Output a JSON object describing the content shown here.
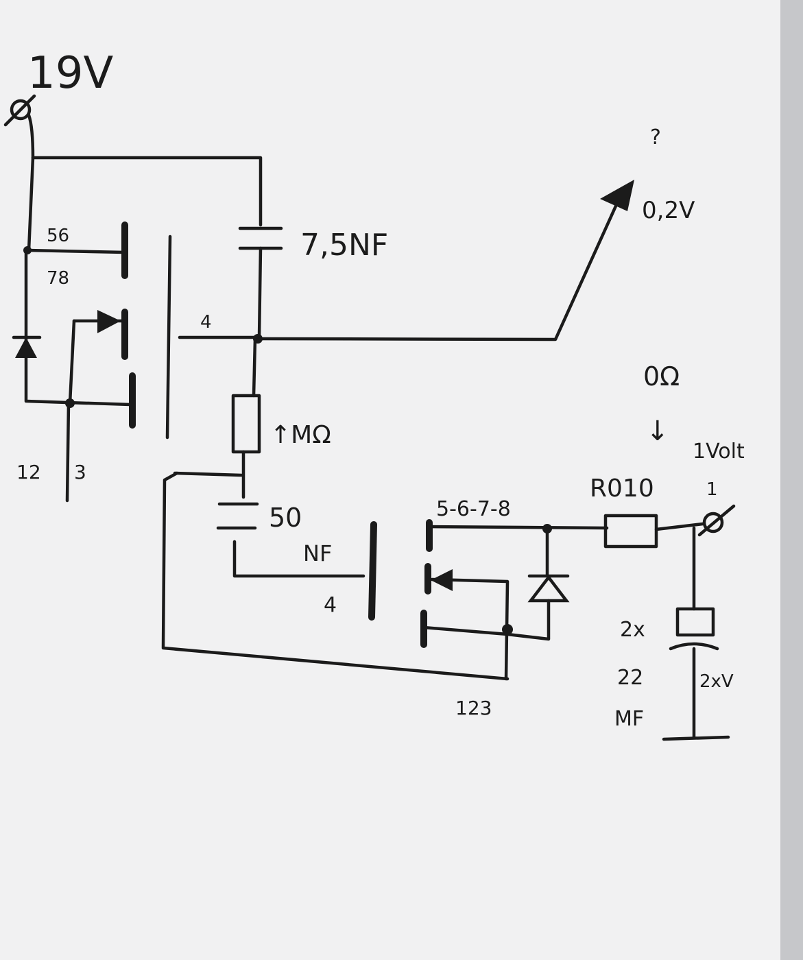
{
  "labels": {
    "input_voltage": "19V",
    "cap_top": "7,5NF",
    "mosfet1_pins_top": "56",
    "mosfet1_pins_bot": "78",
    "mosfet1_gate_pin": "4",
    "mosfet1_pins_source": "12",
    "mosfet1_pin3": "3",
    "resistor_1m": "↑MΩ",
    "cap_bottom_value": "50",
    "cap_bottom_unit": "NF",
    "mosfet2_gate_pin": "4",
    "mosfet2_pins_drain": "5-6-7-8",
    "mosfet2_pins_source": "123",
    "output_voltage": "0,2V",
    "question_mark": "?",
    "shunt_ohms": "0Ω",
    "shunt_arrow": "↓",
    "shunt_name": "R010",
    "one_volt": "1Volt",
    "one_mark": "1",
    "cap_out_count": "2x",
    "cap_out_value": "22",
    "cap_out_unit": "MF",
    "cap_out_voltage": "2xV"
  }
}
